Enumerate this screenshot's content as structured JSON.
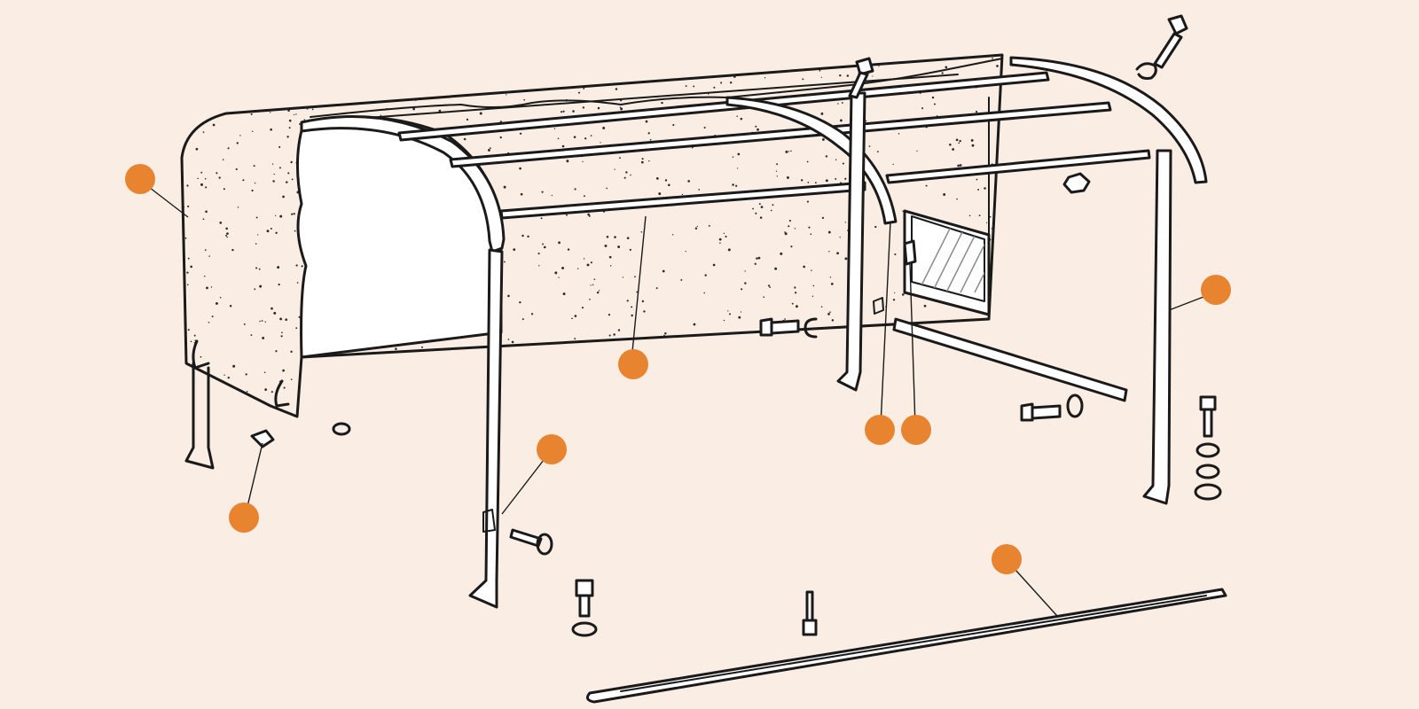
{
  "colors": {
    "background": "#f9ede4",
    "callout": "#e8832f",
    "line": "#1a1a1a",
    "canvas_fill": "#ffffff",
    "speckle": "#2a2a2a",
    "glass": "#8a8a8a"
  },
  "callouts": [
    {
      "id": "tilt-cover"
    },
    {
      "id": "cover-fastener"
    },
    {
      "id": "front-hoop"
    },
    {
      "id": "hoop-bracket"
    },
    {
      "id": "roof-rail"
    },
    {
      "id": "rear-hoop"
    },
    {
      "id": "rear-hoop-clip"
    },
    {
      "id": "rear-side-hoop"
    },
    {
      "id": "side-slat"
    }
  ]
}
